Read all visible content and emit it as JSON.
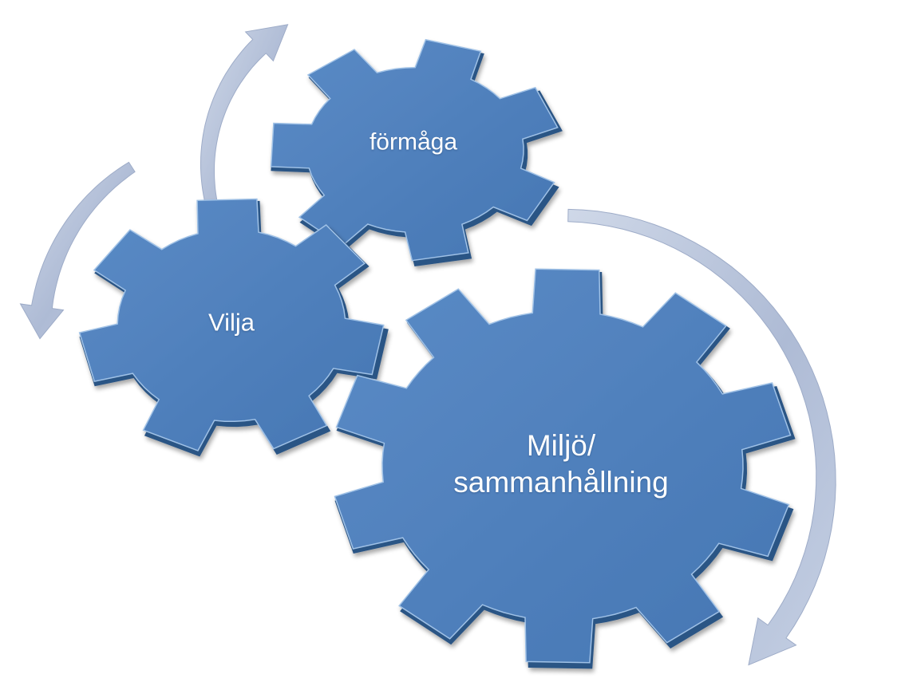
{
  "gears": [
    {
      "id": "formaga",
      "lines": [
        "förmåga"
      ]
    },
    {
      "id": "vilja",
      "lines": [
        "Vilja"
      ]
    },
    {
      "id": "miljo",
      "lines": [
        "Miljö/",
        "sammanhållning"
      ]
    }
  ],
  "arrows": [
    "formaga-to-vilja",
    "vilja-to-formaga",
    "miljo-cycle"
  ],
  "colors": {
    "gear_fill": "#4f81bd",
    "gear_edge": "#2c5585",
    "gear_highlight": "#9fc1e6",
    "arrow_fill": "#b3c1da",
    "label_text": "#ffffff"
  }
}
